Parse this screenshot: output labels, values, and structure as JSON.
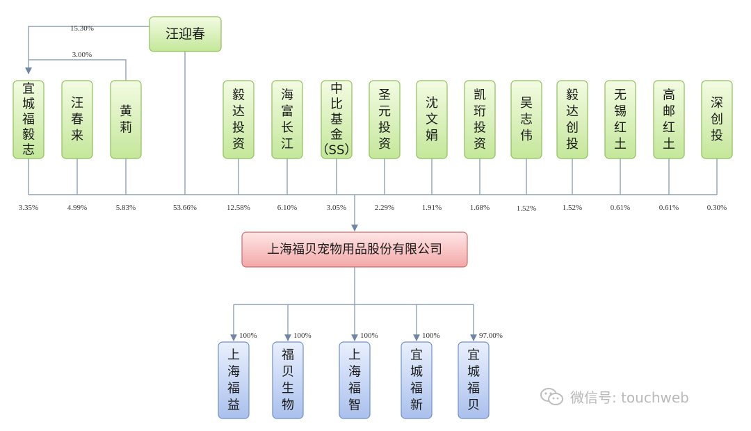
{
  "founder": {
    "name": "汪迎春"
  },
  "founder_links": [
    {
      "pct": "15.30%",
      "target": "宜城福毅志"
    },
    {
      "pct": "3.00%",
      "source": "黄莉",
      "target": "宜城福毅志"
    }
  ],
  "shareholders": [
    {
      "id": "yicheng-fuyizhi",
      "lines": [
        "宜",
        "城",
        "福",
        "毅",
        "志"
      ],
      "pct": "3.35%"
    },
    {
      "id": "wang-chunlai",
      "lines": [
        "汪",
        "春",
        "来"
      ],
      "pct": "4.99%"
    },
    {
      "id": "huang-li",
      "lines": [
        "黄",
        "莉"
      ],
      "pct": "5.83%"
    },
    {
      "id": "wang-yingchun",
      "lines": [],
      "pct": "53.66%"
    },
    {
      "id": "yida-touzi",
      "lines": [
        "毅",
        "达",
        "投",
        "资"
      ],
      "pct": "12.58%"
    },
    {
      "id": "haifu-changjiang",
      "lines": [
        "海",
        "富",
        "长",
        "江"
      ],
      "pct": "6.10%"
    },
    {
      "id": "zhongbi-jijin",
      "lines": [
        "中",
        "比",
        "基",
        "金",
        "（SS）"
      ],
      "pct": "3.05%"
    },
    {
      "id": "shengyuan-touzi",
      "lines": [
        "圣",
        "元",
        "投",
        "资"
      ],
      "pct": "2.29%"
    },
    {
      "id": "shen-wenjuan",
      "lines": [
        "沈",
        "文",
        "娟"
      ],
      "pct": "1.91%"
    },
    {
      "id": "kaihang-touzi",
      "lines": [
        "凯",
        "珩",
        "投",
        "资"
      ],
      "pct": "1.68%"
    },
    {
      "id": "wu-zhiwei",
      "lines": [
        "吴",
        "志",
        "伟"
      ],
      "pct": "1.52%"
    },
    {
      "id": "yida-chuangtou",
      "lines": [
        "毅",
        "达",
        "创",
        "投"
      ],
      "pct": "1.52%"
    },
    {
      "id": "wuxi-hongtu",
      "lines": [
        "无",
        "锡",
        "红",
        "土"
      ],
      "pct": "0.61%"
    },
    {
      "id": "gaoyou-hongtu",
      "lines": [
        "高",
        "邮",
        "红",
        "土"
      ],
      "pct": "0.61%"
    },
    {
      "id": "shen-chuangtou",
      "lines": [
        "深",
        "创",
        "投"
      ],
      "pct": "0.30%"
    }
  ],
  "company": {
    "name": "上海福贝宠物用品股份有限公司"
  },
  "subsidiaries": [
    {
      "id": "shanghai-fuyi",
      "lines": [
        "上",
        "海",
        "福",
        "益"
      ],
      "pct": "100%"
    },
    {
      "id": "fubei-shengwu",
      "lines": [
        "福",
        "贝",
        "生",
        "物"
      ],
      "pct": "100%"
    },
    {
      "id": "shanghai-fuzhi",
      "lines": [
        "上",
        "海",
        "福",
        "智"
      ],
      "pct": "100%"
    },
    {
      "id": "yicheng-fuxin",
      "lines": [
        "宜",
        "城",
        "福",
        "新"
      ],
      "pct": "100%"
    },
    {
      "id": "yicheng-fubei",
      "lines": [
        "宜",
        "城",
        "福",
        "贝"
      ],
      "pct": "97.00%"
    }
  ],
  "watermark": {
    "text": "微信号: touchweb"
  },
  "colors": {
    "green_top": "#f3fbe2",
    "green_bottom": "#c4e79a",
    "green_stroke": "#8fbf5a",
    "red_top": "#ffe3e3",
    "red_bottom": "#f3a9a9",
    "red_stroke": "#cf6b6b",
    "blue_top": "#e6eefc",
    "blue_bottom": "#aec4ee",
    "blue_stroke": "#6f8fcc",
    "line": "#8fa0b5"
  }
}
